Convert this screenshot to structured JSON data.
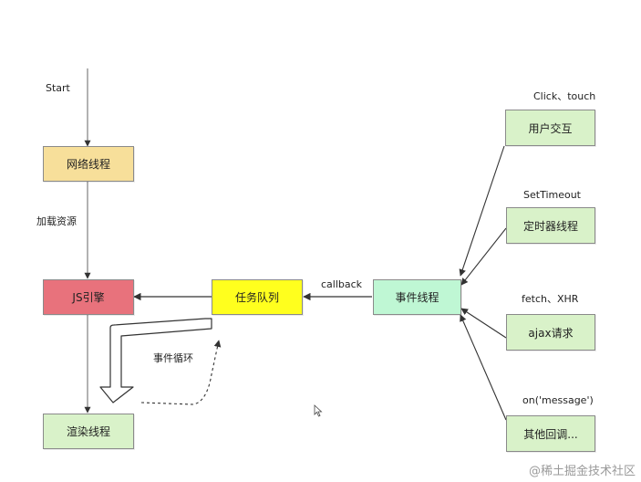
{
  "nodes": {
    "network": "网络线程",
    "js_engine": "JS引擎",
    "render": "渲染线程",
    "task_queue": "任务队列",
    "event_thread": "事件线程",
    "user_interaction": "用户交互",
    "timer_thread": "定时器线程",
    "ajax": "ajax请求",
    "other_callbacks": "其他回调..."
  },
  "labels": {
    "start": "Start",
    "load_resource": "加载资源",
    "callback": "callback",
    "event_loop": "事件循环",
    "click_touch": "Click、touch",
    "set_timeout": "SetTimeout",
    "fetch_xhr": "fetch、XHR",
    "on_message": "on('message')"
  },
  "watermark": "@稀土掘金技术社区",
  "colors": {
    "network": "#f7df9a",
    "js_engine": "#e8727c",
    "render": "#d9f2c9",
    "task_queue": "#ffff1e",
    "event_thread": "#bff7d4",
    "sources": "#d9f2c9"
  }
}
